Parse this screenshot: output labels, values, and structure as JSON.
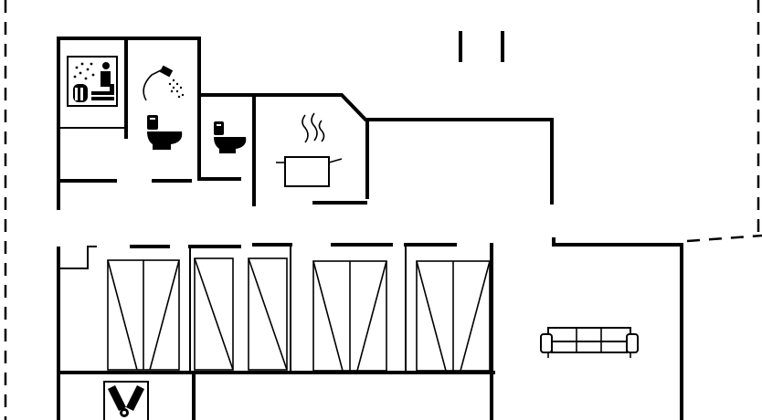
{
  "floor_plan": {
    "rooms": [
      {
        "type": "sauna",
        "icon": "sauna-icon"
      },
      {
        "type": "bathroom",
        "icon": "shower-icon"
      },
      {
        "type": "bathroom",
        "icon": "toilet-icon"
      },
      {
        "type": "toilet",
        "icon": "toilet-icon"
      },
      {
        "type": "kitchen",
        "icon": "cooking-pot-icon"
      },
      {
        "type": "living-room",
        "icon": "sofa-icon"
      },
      {
        "type": "utility",
        "icon": "washing-icon"
      }
    ],
    "wardrobe_count": 5,
    "colors": {
      "walls": "#000000",
      "background": "#ffffff"
    }
  }
}
